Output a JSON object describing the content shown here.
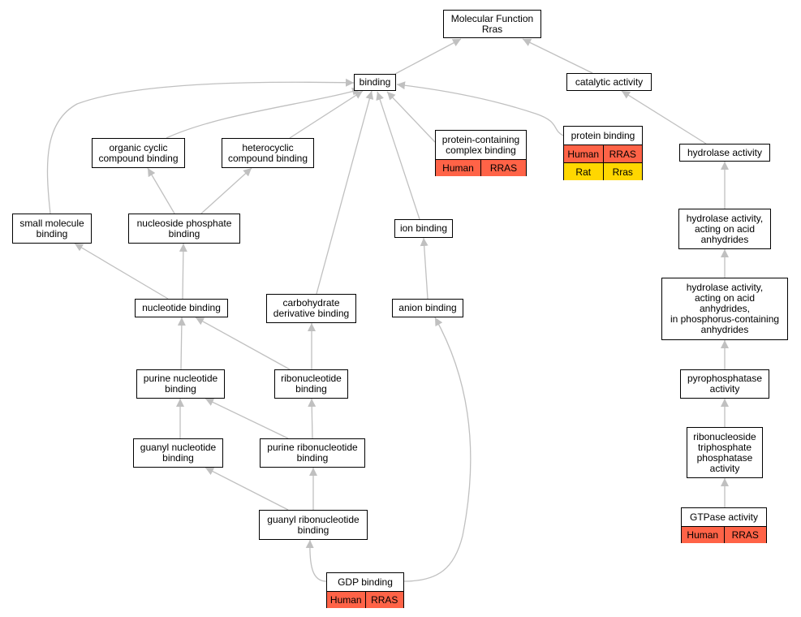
{
  "nodes": {
    "mf": "Molecular Function\nRras",
    "binding": "binding",
    "catalytic": "catalytic activity",
    "organic": "organic cyclic\ncompound binding",
    "heterocyclic": "heterocyclic\ncompound binding",
    "protein_complex": "protein-containing\ncomplex binding",
    "protein_binding": "protein binding",
    "hydrolase": "hydrolase activity",
    "small_molecule": "small molecule\nbinding",
    "nucleoside_phosphate": "nucleoside phosphate\nbinding",
    "ion_binding": "ion binding",
    "hydrolase_acid": "hydrolase activity,\nacting on acid\nanhydrides",
    "nucleotide": "nucleotide binding",
    "carbohydrate": "carbohydrate\nderivative binding",
    "anion": "anion binding",
    "hydrolase_phosphorus": "hydrolase activity,\nacting on acid\nanhydrides,\nin phosphorus-containing\nanhydrides",
    "purine_nucleotide": "purine nucleotide\nbinding",
    "ribonucleotide": "ribonucleotide\nbinding",
    "pyrophosphatase": "pyrophosphatase\nactivity",
    "guanyl_nucleotide": "guanyl nucleotide\nbinding",
    "purine_ribonucleotide": "purine ribonucleotide\nbinding",
    "ribonucleoside_tp": "ribonucleoside\ntriphosphate\nphosphatase\nactivity",
    "guanyl_ribonucleotide": "guanyl ribonucleotide\nbinding",
    "gtpase": "GTPase activity",
    "gdp": "GDP binding"
  },
  "annotations": {
    "protein_complex": [
      {
        "species": "Human",
        "gene": "RRAS"
      }
    ],
    "protein_binding": [
      {
        "species": "Human",
        "gene": "RRAS"
      },
      {
        "species": "Rat",
        "gene": "Rras"
      }
    ],
    "gtpase": [
      {
        "species": "Human",
        "gene": "RRAS"
      }
    ],
    "gdp": [
      {
        "species": "Human",
        "gene": "RRAS"
      }
    ]
  },
  "colors": {
    "edge": "#c0c0c0",
    "human": "#ff6347",
    "rat": "#ffd700"
  }
}
